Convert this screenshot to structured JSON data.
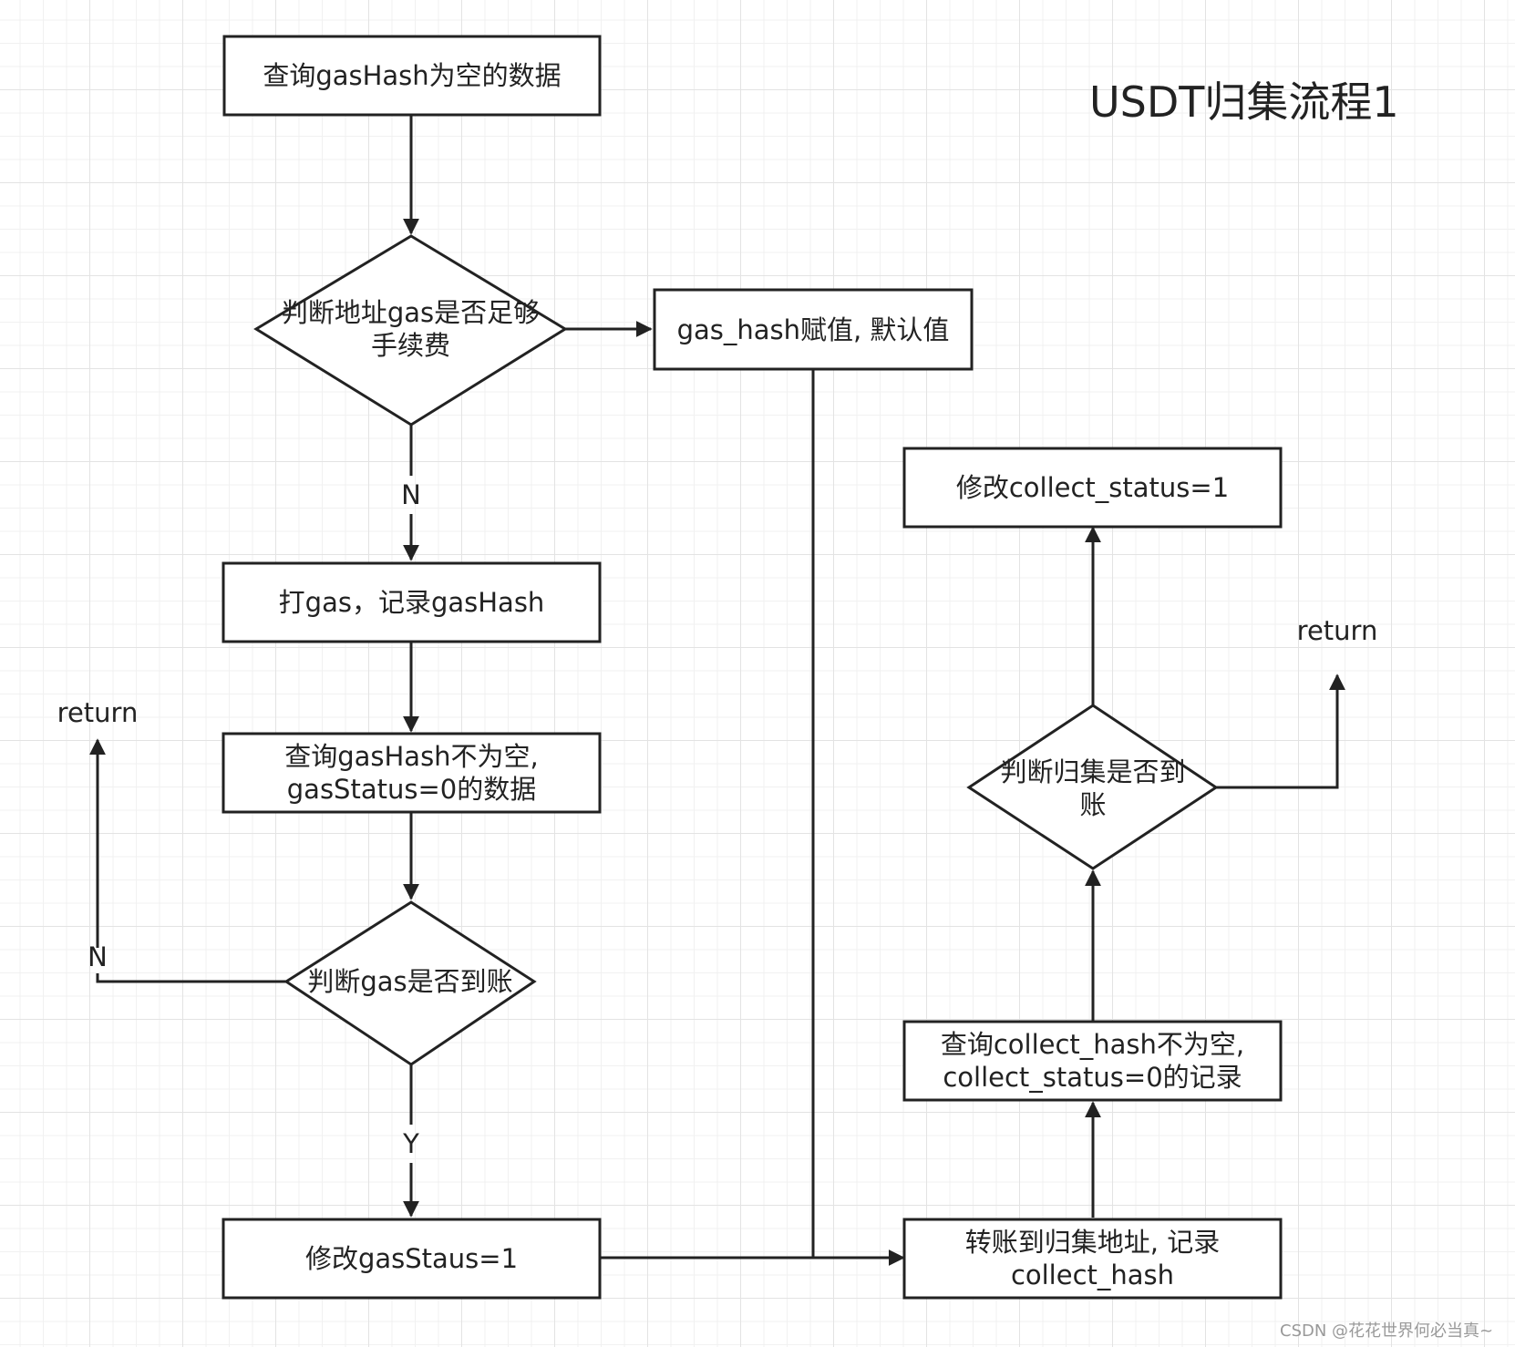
{
  "title": "USDT归集流程1",
  "colors": {
    "stroke": "#222222",
    "background": "#ffffff",
    "grid": "#e3e3e3"
  },
  "nodes": {
    "query_gashash_empty": "查询gasHash为空的数据",
    "judge_gas_enough": [
      "判断地址gas是否足够",
      "手续费"
    ],
    "assign_gas_hash": "gas_hash赋值, 默认值",
    "send_gas": "打gas，记录gasHash",
    "query_gashash_not_empty": [
      "查询gasHash不为空,",
      "gasStatus=0的数据"
    ],
    "judge_gas_arrived": "判断gas是否到账",
    "update_gas_status": "修改gasStaus=1",
    "transfer_collect": [
      "转账到归集地址, 记录",
      "collect_hash"
    ],
    "query_collect_hash": [
      "查询collect_hash不为空,",
      "collect_status=0的记录"
    ],
    "judge_collect_arrived": [
      "判断归集是否到",
      "账"
    ],
    "update_collect_status": "修改collect_status=1"
  },
  "edge_labels": {
    "n1": "N",
    "n2": "N",
    "y1": "Y"
  },
  "returns": {
    "left": "return",
    "right": "return"
  },
  "watermark": "CSDN @花花世界何必当真~"
}
